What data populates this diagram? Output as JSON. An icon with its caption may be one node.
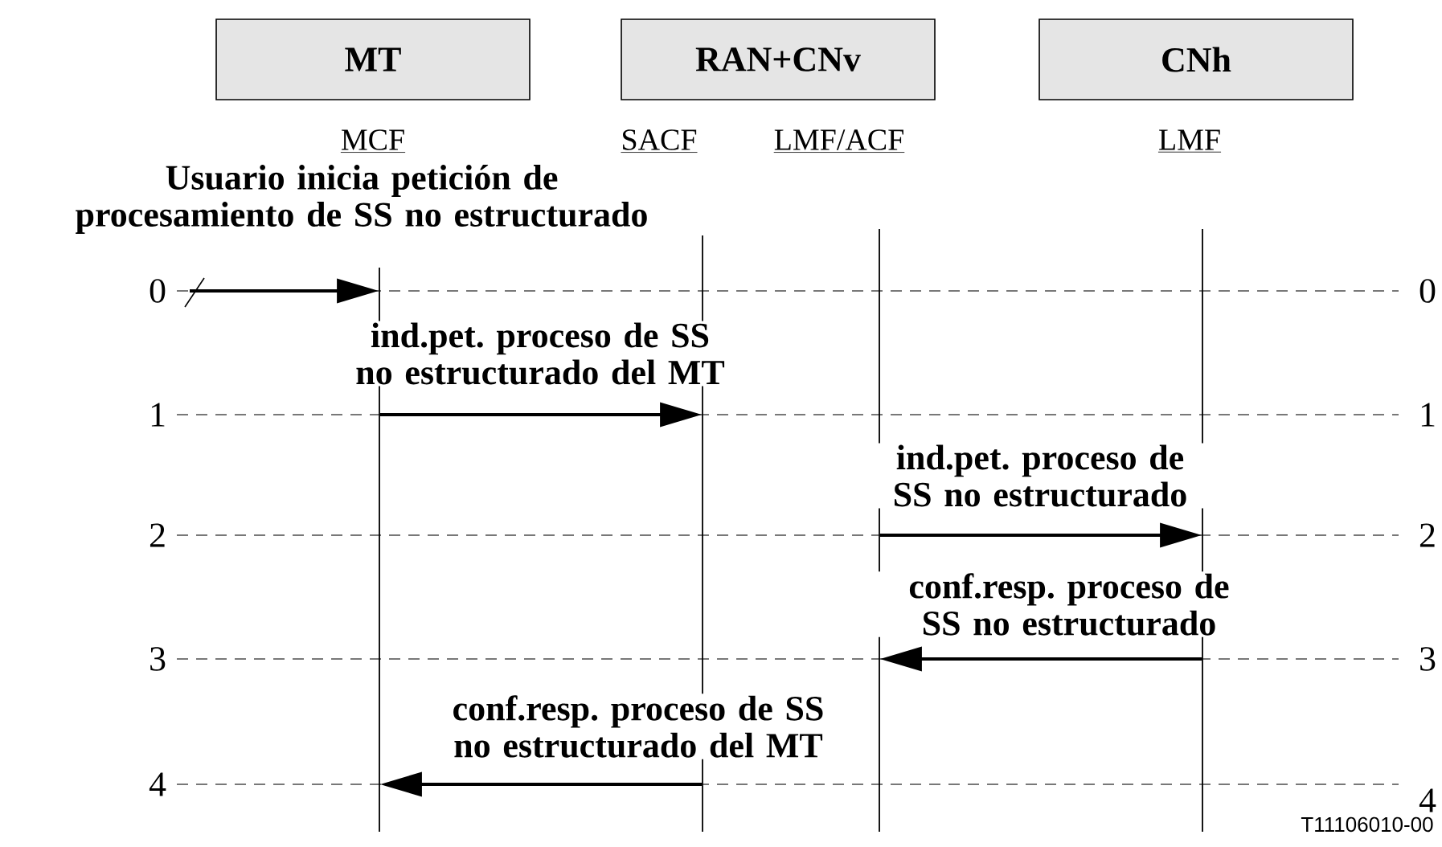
{
  "diagram": {
    "nodes": [
      {
        "text": [
          "MT"
        ]
      },
      {
        "text": [
          "RAN+CNv"
        ]
      },
      {
        "text": [
          "CNh"
        ]
      },
      {
        "text": [],
        "shape": "bar"
      },
      {
        "text": [],
        "shape": "bar"
      },
      {
        "text": [],
        "shape": "bar"
      },
      {
        "text": [],
        "shape": "bar"
      }
    ],
    "edges": [
      {
        "from": null,
        "to": 3,
        "arrow": "to",
        "label": "Usuario inicia petición de procesamiento de SS no estructurado"
      },
      {
        "from": 3,
        "to": 4,
        "arrow": "to",
        "label": "ind.pet. proceso de SS no estructurado del MT"
      },
      {
        "from": 5,
        "to": 6,
        "arrow": "to",
        "label": "ind.pet. proceso de SS no estructurado"
      },
      {
        "from": 6,
        "to": 5,
        "arrow": "to",
        "label": "conf.resp. proceso de SS no estructurado"
      },
      {
        "from": 4,
        "to": 3,
        "arrow": "to",
        "label": "conf.resp. proceso de SS no estructurado del MT"
      }
    ],
    "labels": [
      "MCF",
      "SACF",
      "LMF/ACF",
      "LMF",
      "0",
      "0",
      "1",
      "1",
      "2",
      "2",
      "3",
      "3",
      "4",
      "4",
      "T11106010-00"
    ]
  }
}
